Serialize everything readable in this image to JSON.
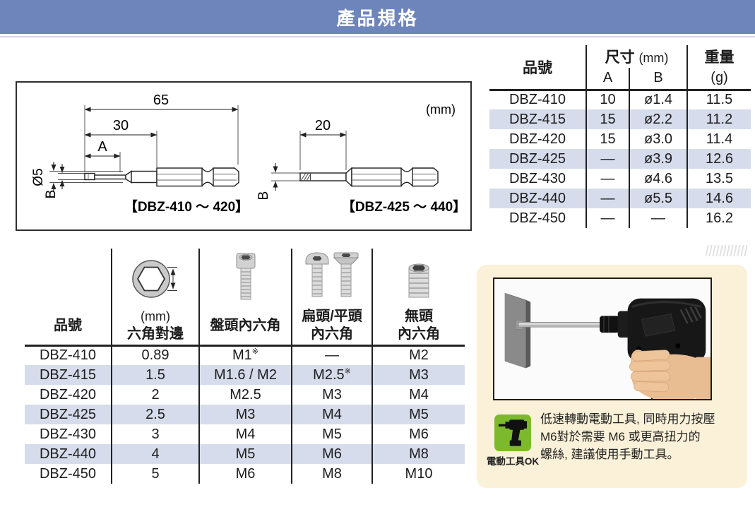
{
  "page": {
    "title": "產品規格"
  },
  "colors": {
    "header_bg": "#6d85bb",
    "row_highlight": "#d7dcec",
    "panel_bg": "#faf1d8",
    "tool_ok_green": "#7cb92c"
  },
  "diagram": {
    "unit": "(mm)",
    "left": {
      "overall": "65",
      "mid": "30",
      "tip_len": "A",
      "shank_dia": "Ø5",
      "tip_dia": "B",
      "caption": "【DBZ-410 ～ 420】"
    },
    "right": {
      "tip_len": "20",
      "tip_dia": "B",
      "caption": "【DBZ-425 ～ 440】"
    }
  },
  "size_table": {
    "headers": {
      "part": "品號",
      "size_label": "尺寸",
      "size_unit": "(mm)",
      "col_a": "A",
      "col_b": "B",
      "weight": "重量",
      "weight_unit": "(g)"
    },
    "rows": [
      {
        "part": "DBZ-410",
        "a": "10",
        "b": "ø1.4",
        "w": "11.5",
        "hl": false
      },
      {
        "part": "DBZ-415",
        "a": "15",
        "b": "ø2.2",
        "w": "11.2",
        "hl": true
      },
      {
        "part": "DBZ-420",
        "a": "15",
        "b": "ø3.0",
        "w": "11.4",
        "hl": false
      },
      {
        "part": "DBZ-425",
        "a": "—",
        "b": "ø3.9",
        "w": "12.6",
        "hl": true
      },
      {
        "part": "DBZ-430",
        "a": "—",
        "b": "ø4.6",
        "w": "13.5",
        "hl": false
      },
      {
        "part": "DBZ-440",
        "a": "—",
        "b": "ø5.5",
        "w": "14.6",
        "hl": true
      },
      {
        "part": "DBZ-450",
        "a": "—",
        "b": "—",
        "w": "16.2",
        "hl": false
      }
    ]
  },
  "screw_table": {
    "headers": {
      "part": "品號",
      "hex_unit": "(mm)",
      "hex": "六角對邊",
      "pan": "盤頭內六角",
      "flat_line1": "扁頭/平頭",
      "flat_line2": "內六角",
      "headless_line1": "無頭",
      "headless_line2": "內六角"
    },
    "rows": [
      {
        "part": "DBZ-410",
        "hex": "0.89",
        "pan": "M1※",
        "flat": "—",
        "headless": "M2",
        "hl": false
      },
      {
        "part": "DBZ-415",
        "hex": "1.5",
        "pan": "M1.6 / M2",
        "flat": "M2.5※",
        "headless": "M3",
        "hl": true
      },
      {
        "part": "DBZ-420",
        "hex": "2",
        "pan": "M2.5",
        "flat": "M3",
        "headless": "M4",
        "hl": false
      },
      {
        "part": "DBZ-425",
        "hex": "2.5",
        "pan": "M3",
        "flat": "M4",
        "headless": "M5",
        "hl": true
      },
      {
        "part": "DBZ-430",
        "hex": "3",
        "pan": "M4",
        "flat": "M5",
        "headless": "M6",
        "hl": false
      },
      {
        "part": "DBZ-440",
        "hex": "4",
        "pan": "M5",
        "flat": "M6",
        "headless": "M8",
        "hl": true
      },
      {
        "part": "DBZ-450",
        "hex": "5",
        "pan": "M6",
        "flat": "M8",
        "headless": "M10",
        "hl": false
      }
    ]
  },
  "note": {
    "icon_label": "電動工具OK",
    "line1": "低速轉動電動工具, 同時用力按壓",
    "line2": "M6對於需要 M6 或更高扭力的",
    "line3": "螺絲, 建議使用手動工具。"
  }
}
